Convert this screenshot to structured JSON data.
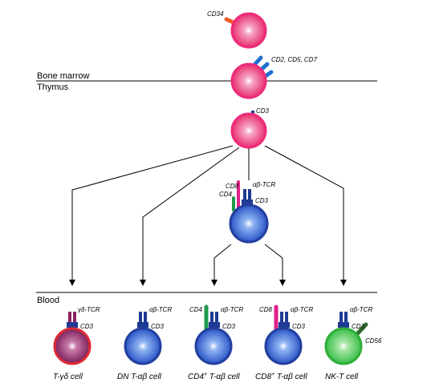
{
  "regions": {
    "bone_marrow": "Bone marrow",
    "thymus": "Thymus",
    "blood": "Blood"
  },
  "markers": {
    "cd34": "CD34",
    "cd2_cd5_cd7": "CD2, CD5, CD7",
    "cd3": "CD3",
    "cd8": "CD8",
    "cd4": "CD4",
    "ab_tcr": "αβ-TCR",
    "gd_tcr": "γδ-TCR",
    "cd56": "CD56"
  },
  "cells": {
    "t_gd": {
      "label_pre": "T-γδ cell",
      "label_sup": "",
      "label_post": ""
    },
    "dn_t_ab": {
      "label_pre": "DN T-αβ cell",
      "label_sup": "",
      "label_post": ""
    },
    "cd4_t_ab": {
      "label_pre": "CD4",
      "label_sup": "+",
      "label_post": " T-αβ cell"
    },
    "cd8_t_ab": {
      "label_pre": "CD8",
      "label_sup": "+",
      "label_post": " T-αβ cell"
    },
    "nk_t": {
      "label_pre": "NK-T cell",
      "label_sup": "",
      "label_post": ""
    }
  },
  "colors": {
    "progenitor": "#ee2a7b",
    "mature": "#2f4fbf",
    "t_gd": "#8e2060",
    "nk_t": "#3bbf4a",
    "receptor": "#1f3a93",
    "cd34_marker": "#f05a28",
    "cd2_marker": "#1f6fd0",
    "cd8_marker": "#e0218a",
    "cd4_marker": "#1f9a4a",
    "cd56_marker": "#2f6b2f"
  }
}
